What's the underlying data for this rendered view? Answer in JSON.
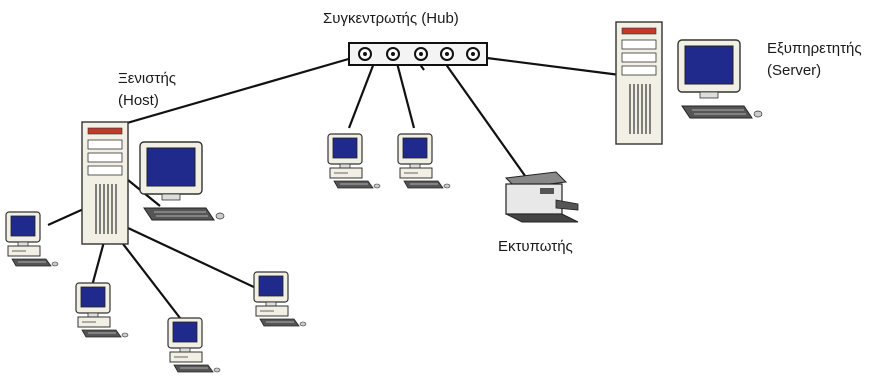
{
  "labels": {
    "hub_line1": "Συγκεντρωτής (Hub)",
    "host_line1": "Ξενιστής",
    "host_line2": "(Host)",
    "server_line1": "Εξυπηρετητής",
    "server_line2": "(Server)",
    "printer": "Εκτυπωτής"
  },
  "colors": {
    "screen": "#1f2a8c",
    "casing": "#f2efe4",
    "outline": "#333333",
    "cable": "#111111",
    "hub_body": "#f4f4f4",
    "tower_badge": "#c0392b"
  },
  "hub_ports": 5
}
